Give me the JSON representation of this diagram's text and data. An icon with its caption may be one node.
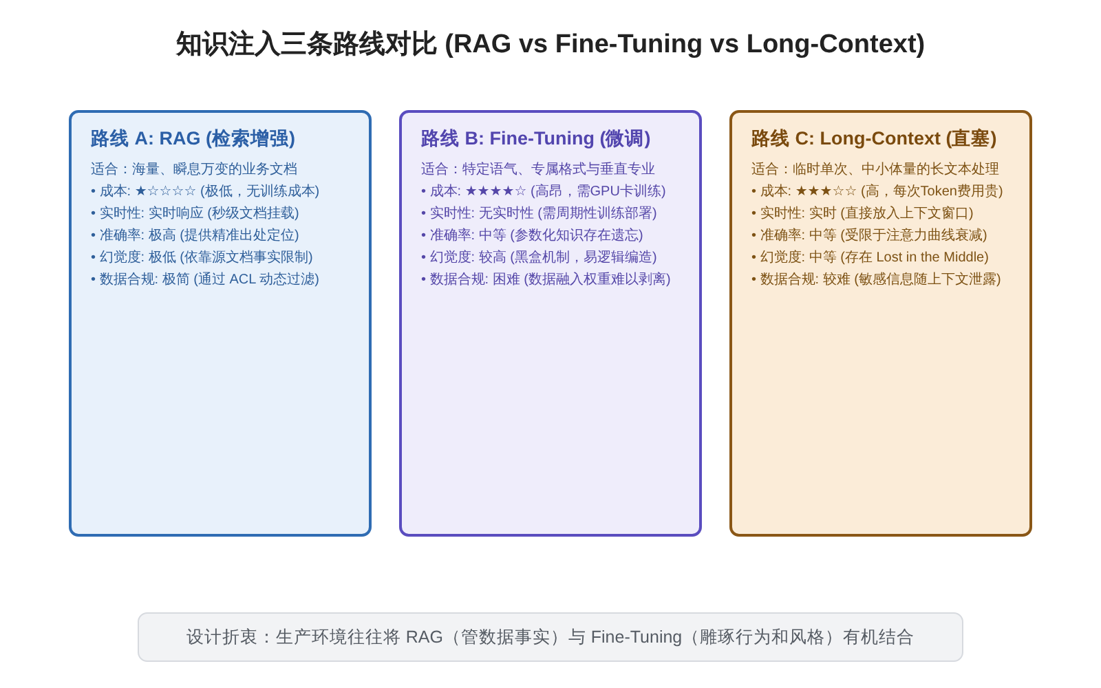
{
  "diagram": {
    "title": "知识注入三条路线对比 (RAG vs Fine-Tuning vs Long-Context)",
    "nodes": [
      {
        "text": [
          "路线 A: RAG (检索增强)",
          "适合：海量、瞬息万变的业务文档",
          "• 成本: ★☆☆☆☆ (极低，无训练成本)",
          "• 实时性: 实时响应 (秒级文档挂载)",
          "• 准确率: 极高 (提供精准出处定位)",
          "• 幻觉度: 极低 (依靠源文档事实限制)",
          "• 数据合规: 极简 (通过 ACL 动态过滤)"
        ]
      },
      {
        "text": [
          "路线 B: Fine-Tuning (微调)",
          "适合：特定语气、专属格式与垂直专业",
          "• 成本: ★★★★☆ (高昂，需GPU卡训练)",
          "• 实时性: 无实时性 (需周期性训练部署)",
          "• 准确率: 中等 (参数化知识存在遗忘)",
          "• 幻觉度: 较高 (黑盒机制，易逻辑编造)",
          "• 数据合规: 困难 (数据融入权重难以剥离)"
        ]
      },
      {
        "text": [
          "路线 C: Long-Context (直塞)",
          "适合：临时单次、中小体量的长文本处理",
          "• 成本: ★★★☆☆ (高，每次Token费用贵)",
          "• 实时性: 实时 (直接放入上下文窗口)",
          "• 准确率: 中等 (受限于注意力曲线衰减)",
          "• 幻觉度: 中等 (存在 Lost in the Middle)",
          "• 数据合规: 较难 (敏感信息随上下文泄露)"
        ]
      },
      {
        "text": [
          "设计折衷：生产环境往往将 RAG（管数据事实）与 Fine-Tuning（雕琢行为和风格）有机结合"
        ]
      }
    ]
  }
}
